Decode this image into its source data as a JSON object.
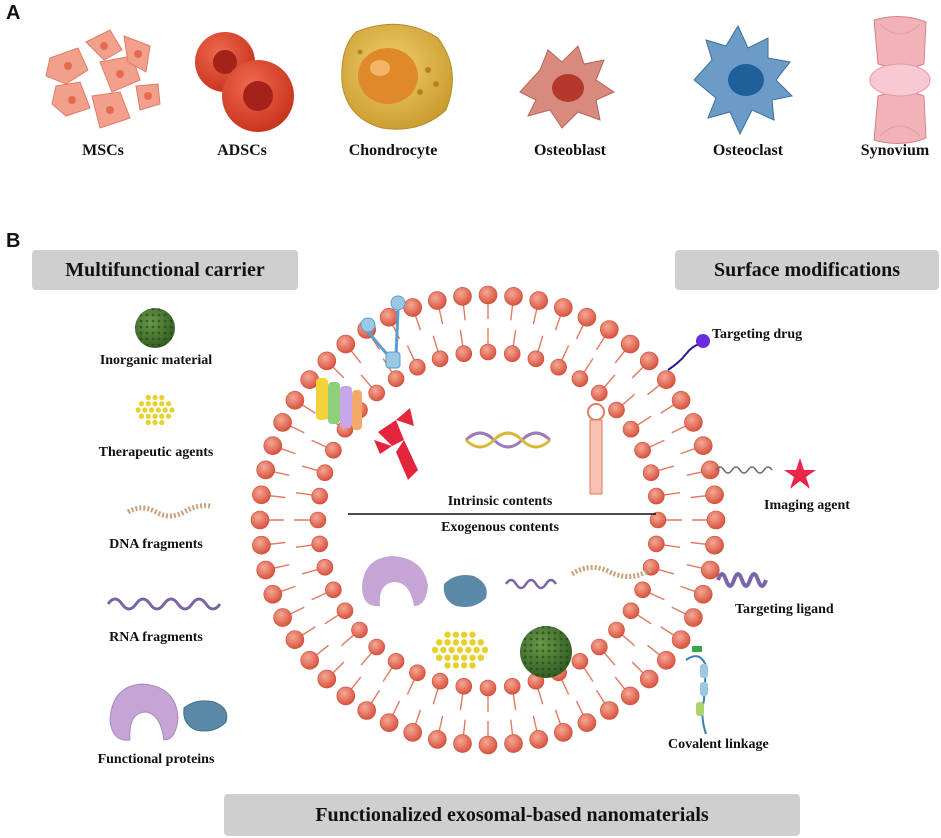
{
  "panel_a": {
    "letter": "A",
    "cells": [
      {
        "label": "MSCs",
        "icon": "msc-cluster-icon"
      },
      {
        "label": "ADSCs",
        "icon": "adsc-cells-icon"
      },
      {
        "label": "Chondrocyte",
        "icon": "chondrocyte-icon"
      },
      {
        "label": "Osteoblast",
        "icon": "osteoblast-icon"
      },
      {
        "label": "Osteoclast",
        "icon": "osteoclast-icon"
      },
      {
        "label": "Synovium",
        "icon": "synovium-joint-icon"
      }
    ]
  },
  "panel_b": {
    "letter": "B",
    "left_box": "Multifunctional carrier",
    "right_box": "Surface modifications",
    "bottom_box": "Functionalized exosomal-based nanomaterials",
    "carriers": [
      {
        "label": "Inorganic material",
        "icon": "inorganic-sphere-icon"
      },
      {
        "label": "Therapeutic agents",
        "icon": "therapeutic-dots-icon"
      },
      {
        "label": "DNA fragments",
        "icon": "dna-strand-icon"
      },
      {
        "label": "RNA fragments",
        "icon": "rna-wave-icon"
      },
      {
        "label": "Functional proteins",
        "icon": "protein-icon"
      }
    ],
    "center_top": "Intrinsic contents",
    "center_bottom": "Exogenous contents",
    "modifications": [
      {
        "label": "Targeting drug",
        "icon": "targeting-drug-icon"
      },
      {
        "label": "Imaging agent",
        "icon": "star-icon"
      },
      {
        "label": "Targeting ligand",
        "icon": "ligand-icon"
      },
      {
        "label": "Covalent linkage",
        "icon": "linkage-icon"
      }
    ],
    "colors": {
      "membrane": "#e07a5f",
      "box_gray": "#cfcfcf",
      "inorganic": "#3f6b2e",
      "therapeutic": "#e8d02a",
      "rna": "#7a64a8",
      "protein_purple": "#c4a5d6",
      "protein_blue": "#5b8aa8",
      "imaging_star": "#e8264a",
      "targeting_drug": "#6a2de0"
    }
  }
}
